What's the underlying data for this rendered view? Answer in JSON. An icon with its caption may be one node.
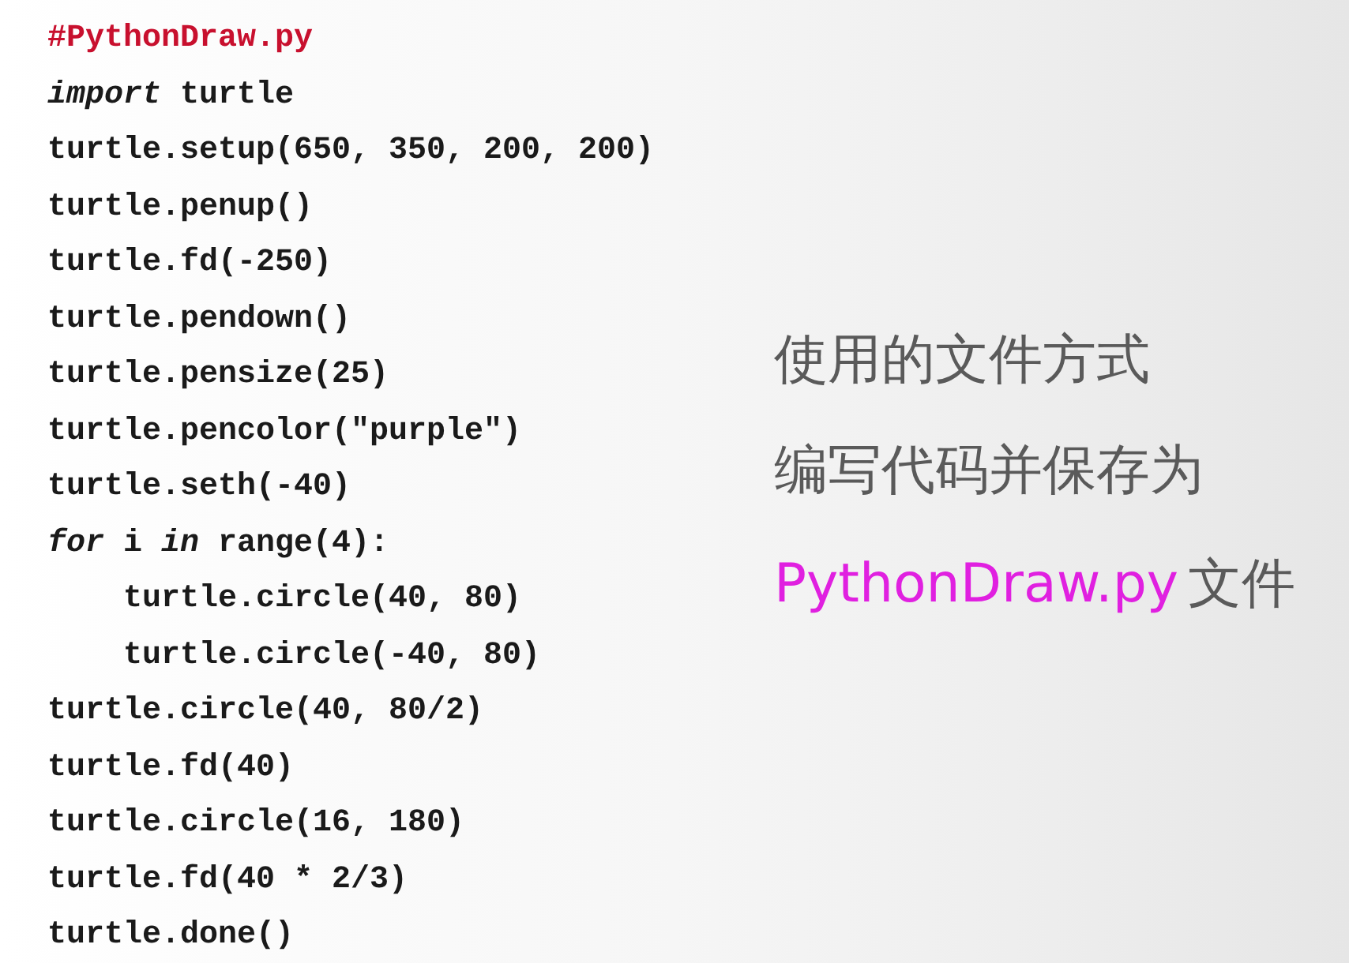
{
  "diagram": {
    "labels": [
      "#PythonDraw.py",
      "*import* turtle",
      "turtle.setup(650, 350, 200, 200)",
      "turtle.penup()",
      "turtle.fd(-250)",
      "turtle.pendown()",
      "turtle.pensize(25)",
      "turtle.pencolor(\"purple\")",
      "turtle.seth(-40)",
      "*for* i *in* range(4):",
      "    turtle.circle(40, 80)",
      "    turtle.circle(-40, 80)",
      "turtle.circle(40, 80/2)",
      "turtle.fd(40)",
      "turtle.circle(16, 180)",
      "turtle.fd(40 * 2/3)",
      "turtle.done()",
      "使用的文件方式",
      "编写代码并保存为",
      "PythonDraw.py",
      "文件"
    ]
  }
}
